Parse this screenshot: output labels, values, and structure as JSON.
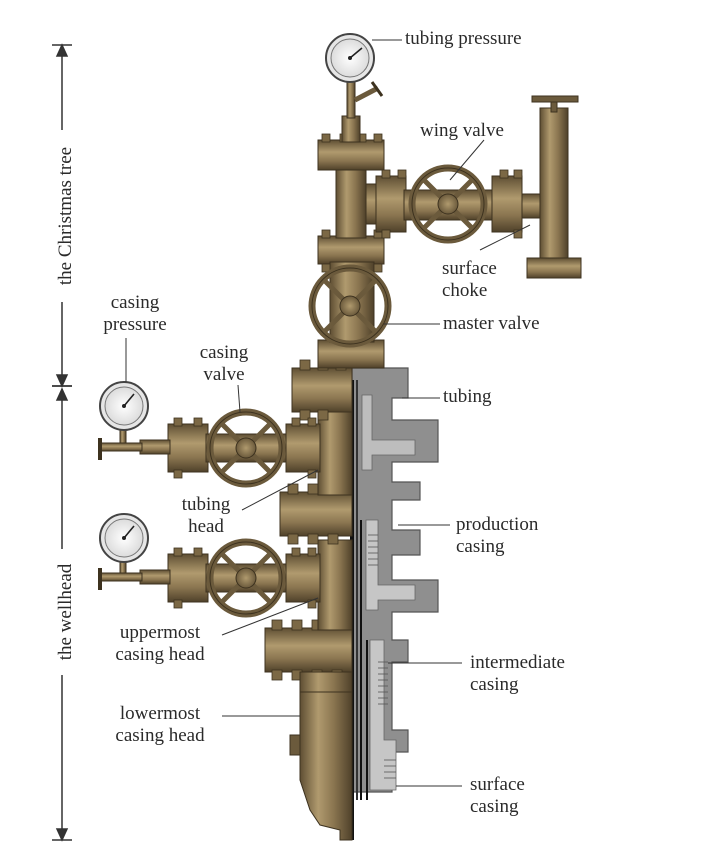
{
  "labels": {
    "tubing_pressure": "tubing pressure",
    "wing_valve": "wing valve",
    "surface_choke_line1": "surface",
    "surface_choke_line2": "choke",
    "master_valve": "master valve",
    "casing_pressure_line1": "casing",
    "casing_pressure_line2": "pressure",
    "casing_valve_line1": "casing",
    "casing_valve_line2": "valve",
    "tubing": "tubing",
    "tubing_head_line1": "tubing",
    "tubing_head_line2": "head",
    "production_casing_line1": "production",
    "production_casing_line2": "casing",
    "uppermost_casing_head_line1": "uppermost",
    "uppermost_casing_head_line2": "casing head",
    "intermediate_casing_line1": "intermediate",
    "intermediate_casing_line2": "casing",
    "lowermost_casing_head_line1": "lowermost",
    "lowermost_casing_head_line2": "casing head",
    "surface_casing_line1": "surface",
    "surface_casing_line2": "casing"
  },
  "sections": {
    "christmas_tree": "the Christmas tree",
    "wellhead": "the wellhead"
  },
  "colors": {
    "metal": "#8a7550",
    "metal_dark": "#5e4e33",
    "metal_light": "#b09a6e",
    "section_gray": "#8f8f8f",
    "section_dark": "#6e6e6e"
  }
}
